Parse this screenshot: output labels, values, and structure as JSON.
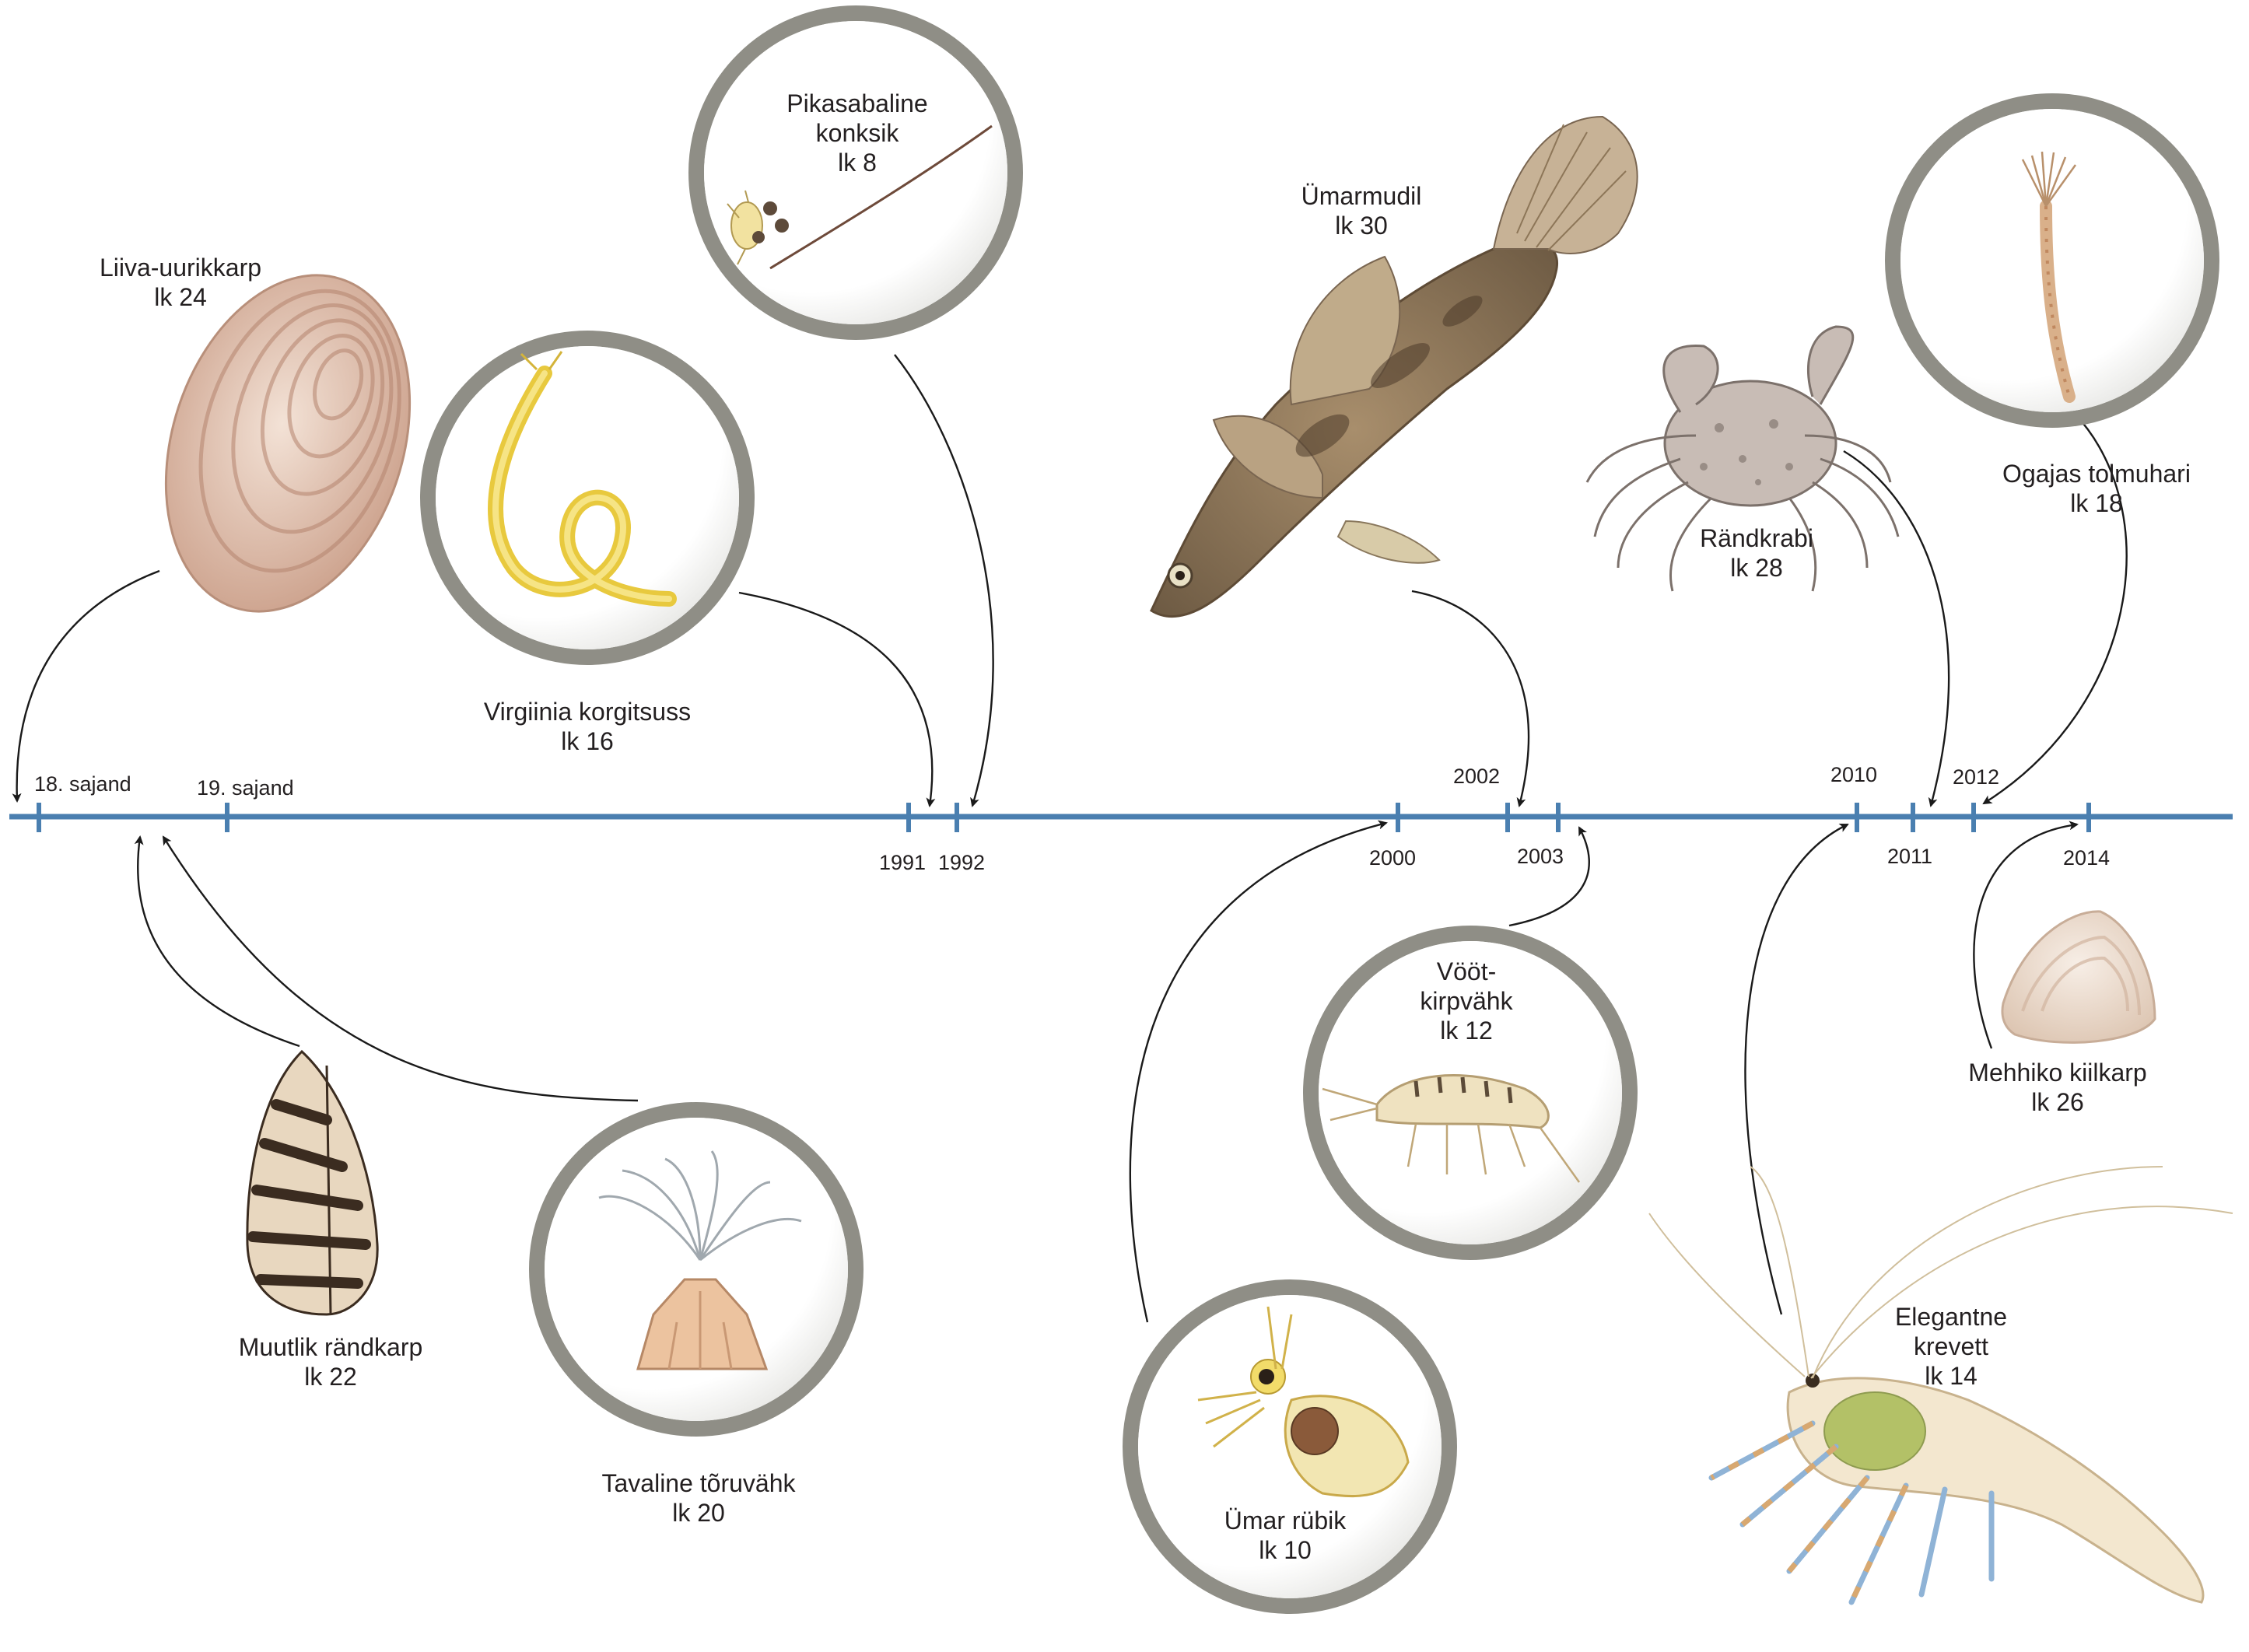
{
  "timeline": {
    "color": "#4a7fb0",
    "ticks": [
      "18. sajand",
      "19. sajand",
      "1991",
      "1992",
      "2000",
      "2002",
      "2003",
      "2010",
      "2011",
      "2012",
      "2014"
    ]
  },
  "species": [
    {
      "name": "Liiva-uurikkarp",
      "page": "lk 24",
      "arrives": "18. sajand"
    },
    {
      "name": "Virgiinia korgitsuss",
      "page": "lk 16",
      "arrives": "1991"
    },
    {
      "name_lines": [
        "Pikasabaline",
        "konksik"
      ],
      "page": "lk 8",
      "arrives": "1992"
    },
    {
      "name": "Ümarmudil",
      "page": "lk 30",
      "arrives": "2002"
    },
    {
      "name": "Rändkrabi",
      "page": "lk 28",
      "arrives": "2011"
    },
    {
      "name": "Ogajas tolmuhari",
      "page": "lk 18",
      "arrives": "2012"
    },
    {
      "name": "Muutlik rändkarp",
      "page": "lk 22",
      "arrives": "18. sajand"
    },
    {
      "name": "Tavaline tõruvähk",
      "page": "lk 20",
      "arrives": "19. sajand"
    },
    {
      "name": "Ümar rübik",
      "page": "lk 10",
      "arrives": "2000"
    },
    {
      "name_lines": [
        "Vööt-",
        "kirpvähk"
      ],
      "page": "lk 12",
      "arrives": "2003"
    },
    {
      "name_lines": [
        "Elegantne",
        "krevett"
      ],
      "page": "lk 14",
      "arrives": "2010"
    },
    {
      "name": "Mehhiko kiilkarp",
      "page": "lk 26",
      "arrives": "2014"
    }
  ],
  "colors": {
    "ring": "#8f8e86",
    "arrow": "#1a1a1a",
    "text": "#231f20",
    "shell_pink": "#e8c4b0",
    "worm_yellow": "#ecd14a",
    "fish_brown": "#8c7354",
    "crab_grey": "#b7aba4"
  },
  "icons": [
    "clam-illustration",
    "zebra-mussel-illustration",
    "polychaete-worm-illustration",
    "barnacle-illustration",
    "hydroid-illustration",
    "goby-fish-illustration",
    "mud-crab-illustration",
    "water-flea-illustration",
    "amphipod-illustration",
    "shrimp-illustration",
    "wedge-clam-illustration",
    "bristle-worm-illustration"
  ]
}
